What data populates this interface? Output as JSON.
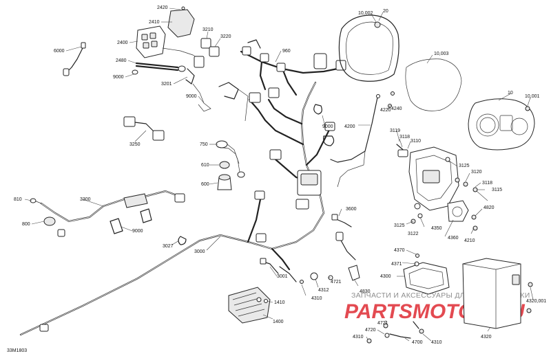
{
  "diagram_code": "33M1803",
  "watermark": {
    "tagline": "ЗАПЧАСТИ И АКСЕССУАРЫ ДЛЯ МОТОТЕХНИКИ",
    "logo_text": "PARTSMOTOR.RU"
  },
  "callouts": [
    {
      "id": "2420",
      "text": "2420"
    },
    {
      "id": "2410",
      "text": "2410"
    },
    {
      "id": "2400",
      "text": "2400"
    },
    {
      "id": "2480",
      "text": "2480"
    },
    {
      "id": "9000_a",
      "text": "9000"
    },
    {
      "id": "6000",
      "text": "6000"
    },
    {
      "id": "3210",
      "text": "3210"
    },
    {
      "id": "3220",
      "text": "3220"
    },
    {
      "id": "3201",
      "text": "3201"
    },
    {
      "id": "9000_b",
      "text": "9000"
    },
    {
      "id": "960",
      "text": "960"
    },
    {
      "id": "10002",
      "text": "10,002"
    },
    {
      "id": "20",
      "text": "20"
    },
    {
      "id": "10003",
      "text": "10,003"
    },
    {
      "id": "10",
      "text": "10"
    },
    {
      "id": "10001",
      "text": "10,001"
    },
    {
      "id": "4220",
      "text": "4220"
    },
    {
      "id": "4240",
      "text": "4240"
    },
    {
      "id": "9000_c",
      "text": "9000"
    },
    {
      "id": "4200",
      "text": "4200"
    },
    {
      "id": "3119",
      "text": "3119"
    },
    {
      "id": "3118_a",
      "text": "3118"
    },
    {
      "id": "3110",
      "text": "3110"
    },
    {
      "id": "3125_a",
      "text": "3125"
    },
    {
      "id": "3120",
      "text": "3120"
    },
    {
      "id": "3118_b",
      "text": "3118"
    },
    {
      "id": "3115",
      "text": "3115"
    },
    {
      "id": "4820",
      "text": "4820"
    },
    {
      "id": "3125_b",
      "text": "3125"
    },
    {
      "id": "4350",
      "text": "4350"
    },
    {
      "id": "3122",
      "text": "3122"
    },
    {
      "id": "4360",
      "text": "4360"
    },
    {
      "id": "4210",
      "text": "4210"
    },
    {
      "id": "3250",
      "text": "3250"
    },
    {
      "id": "750",
      "text": "750"
    },
    {
      "id": "610",
      "text": "610"
    },
    {
      "id": "600",
      "text": "600"
    },
    {
      "id": "810",
      "text": "810"
    },
    {
      "id": "3300",
      "text": "3300"
    },
    {
      "id": "800",
      "text": "800"
    },
    {
      "id": "9000_d",
      "text": "9000"
    },
    {
      "id": "3027",
      "text": "3027"
    },
    {
      "id": "3000",
      "text": "3000"
    },
    {
      "id": "3600",
      "text": "3600"
    },
    {
      "id": "3001",
      "text": "3001"
    },
    {
      "id": "4312",
      "text": "4312"
    },
    {
      "id": "4721_a",
      "text": "4721"
    },
    {
      "id": "4310_a",
      "text": "4310"
    },
    {
      "id": "4830",
      "text": "4830"
    },
    {
      "id": "4370",
      "text": "4370"
    },
    {
      "id": "4371",
      "text": "4371"
    },
    {
      "id": "4300",
      "text": "4300"
    },
    {
      "id": "4320001",
      "text": "4320,001"
    },
    {
      "id": "4320",
      "text": "4320"
    },
    {
      "id": "1410",
      "text": "1410"
    },
    {
      "id": "1400",
      "text": "1400"
    },
    {
      "id": "4721_b",
      "text": "4721"
    },
    {
      "id": "4720",
      "text": "4720"
    },
    {
      "id": "4310_b",
      "text": "4310"
    },
    {
      "id": "4700",
      "text": "4700"
    },
    {
      "id": "4310_c",
      "text": "4310"
    }
  ]
}
